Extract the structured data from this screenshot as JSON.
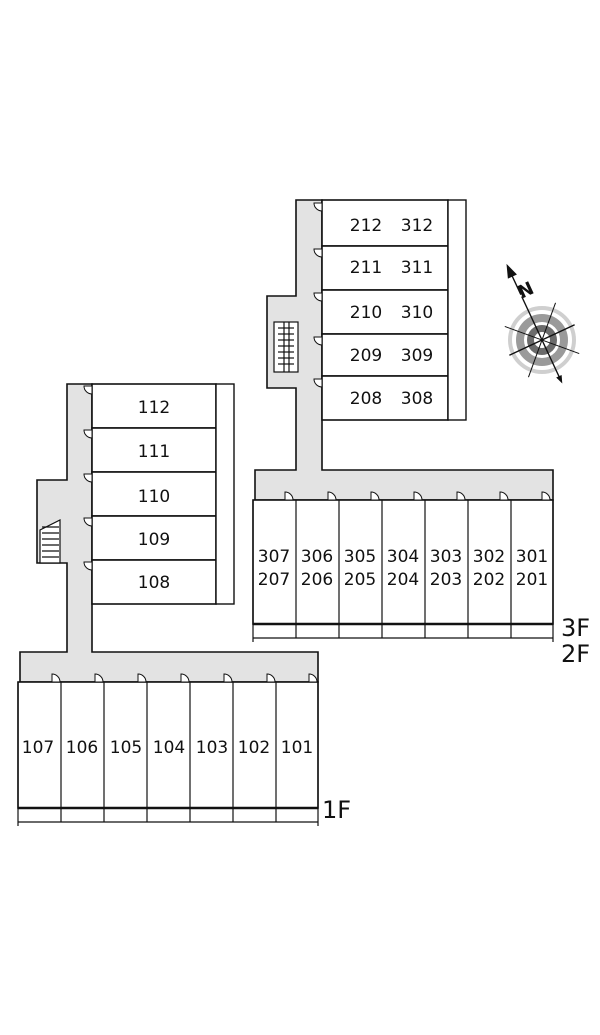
{
  "floor_labels": {
    "f1": "1F",
    "f2": "2F",
    "f3": "3F"
  },
  "compass": {
    "north_label": "N"
  },
  "building_a": {
    "upper_units": [
      "112",
      "111",
      "110",
      "109",
      "108"
    ],
    "ground_units": [
      "107",
      "106",
      "105",
      "104",
      "103",
      "102",
      "101"
    ]
  },
  "building_b": {
    "upper_units": [
      {
        "f2": "212",
        "f3": "312"
      },
      {
        "f2": "211",
        "f3": "311"
      },
      {
        "f2": "210",
        "f3": "310"
      },
      {
        "f2": "209",
        "f3": "309"
      },
      {
        "f2": "208",
        "f3": "308"
      }
    ],
    "lower_units": [
      {
        "f3": "307",
        "f2": "207"
      },
      {
        "f3": "306",
        "f2": "206"
      },
      {
        "f3": "305",
        "f2": "205"
      },
      {
        "f3": "304",
        "f2": "204"
      },
      {
        "f3": "303",
        "f2": "203"
      },
      {
        "f3": "302",
        "f2": "202"
      },
      {
        "f3": "301",
        "f2": "201"
      }
    ]
  }
}
